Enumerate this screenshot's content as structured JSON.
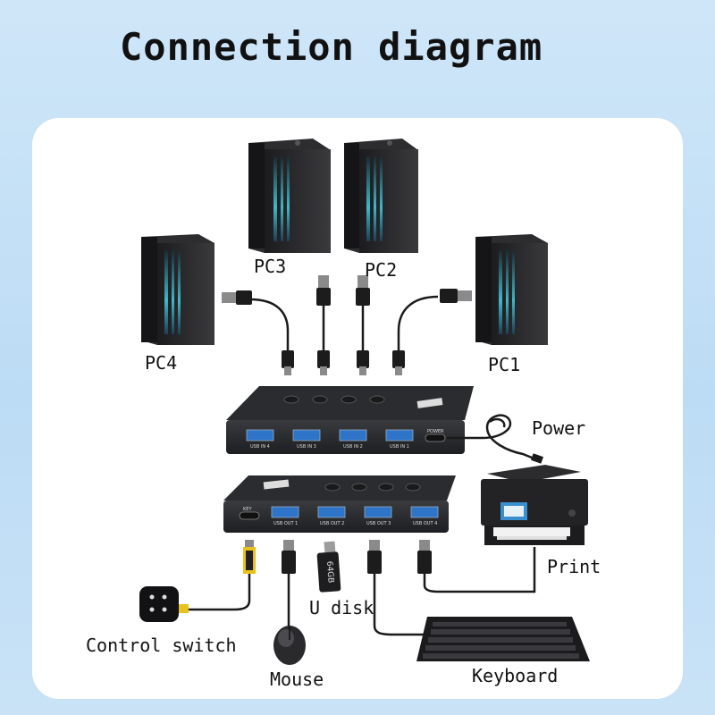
{
  "title": "Connection diagram",
  "labels": {
    "pc1": "PC1",
    "pc2": "PC2",
    "pc3": "PC3",
    "pc4": "PC4",
    "power": "Power",
    "print": "Print",
    "u_disk": "U disk",
    "control_switch": "Control switch",
    "mouse": "Mouse",
    "keyboard": "Keyboard"
  },
  "switch_top": {
    "ports": [
      "USB IN 4",
      "USB IN 3",
      "USB IN 2",
      "USB IN 1"
    ],
    "power_port": "POWER"
  },
  "switch_bottom": {
    "key_port": "KEY",
    "ports": [
      "USB OUT 1",
      "USB OUT 2",
      "USB OUT 3",
      "USB OUT 4"
    ]
  },
  "usb_drive_text": "64GB",
  "colors": {
    "background": "#c5e0f5",
    "card": "#ffffff",
    "usb_port_blue": "#2e74c9",
    "pc_light_teal": "#3fb8c9",
    "control_cable_yellow": "#e8c21a"
  }
}
